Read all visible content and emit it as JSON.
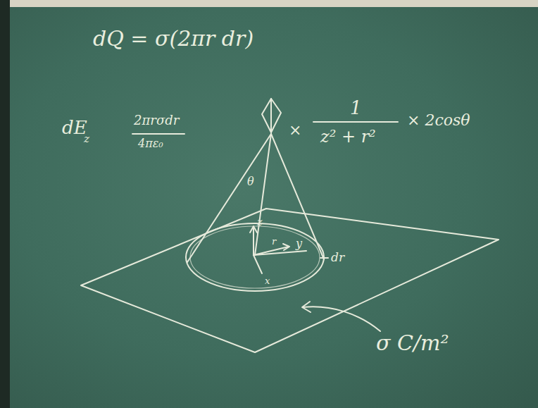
{
  "diagram": {
    "labels": [
      "dQ = σ(2πr dr)",
      "dE",
      "z",
      "2πrσdr",
      "4πε₀",
      "×",
      "1",
      "z² + r²",
      "× 2cosθ",
      "θ",
      "z",
      "r",
      "y",
      "x",
      "dr",
      "σ C/m²"
    ]
  }
}
